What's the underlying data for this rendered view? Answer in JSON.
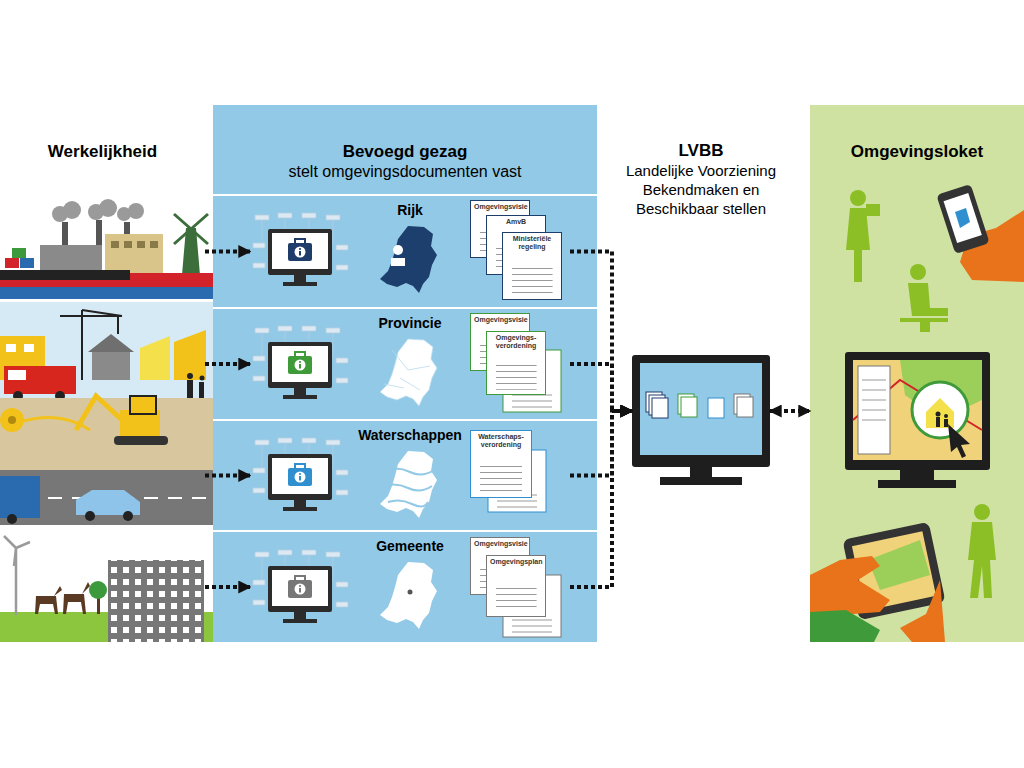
{
  "diagram": {
    "nodes": [
      {
        "text": [
          "Werkelijkheid"
        ]
      },
      {
        "text": [
          "Bevoegd gezag",
          "stelt omgevingsdocumenten vast"
        ]
      },
      {
        "text": [
          "Rijk"
        ],
        "in": 1
      },
      {
        "text": [
          "Omgevingsvisie"
        ],
        "in": 2
      },
      {
        "text": [
          "AmvB"
        ],
        "in": 2
      },
      {
        "text": [
          "Ministeriële regeling"
        ],
        "in": 2
      },
      {
        "text": [
          "Provincie"
        ],
        "in": 1
      },
      {
        "text": [
          "Omgevingsvisie"
        ],
        "in": 6
      },
      {
        "text": [
          "Omgevings-verordening"
        ],
        "in": 6
      },
      {
        "text": [
          "Waterschappen"
        ],
        "in": 1
      },
      {
        "text": [
          "Waterschaps-verordening"
        ],
        "in": 9
      },
      {
        "text": [
          "Gemeente"
        ],
        "in": 1
      },
      {
        "text": [
          "Omgevingsvisie"
        ],
        "in": 11
      },
      {
        "text": [
          "Omgevingsplan"
        ],
        "in": 11
      },
      {
        "text": [
          "LVBB",
          "Landelijke Voorziening Bekendmaken en Beschikbaar stellen"
        ]
      },
      {
        "text": [
          "Omgevingsloket"
        ]
      }
    ],
    "edges": [
      {
        "from": 0,
        "to": 2,
        "arrow": "to"
      },
      {
        "from": 0,
        "to": 6,
        "arrow": "to"
      },
      {
        "from": 0,
        "to": 9,
        "arrow": "to"
      },
      {
        "from": 0,
        "to": 11,
        "arrow": "to"
      },
      {
        "from": 2,
        "to": 14,
        "arrow": "to"
      },
      {
        "from": 6,
        "to": 14,
        "arrow": "to"
      },
      {
        "from": 9,
        "to": 14,
        "arrow": "to"
      },
      {
        "from": 11,
        "to": 14,
        "arrow": "to"
      },
      {
        "from": 14,
        "to": 15,
        "arrow": "both"
      }
    ]
  }
}
